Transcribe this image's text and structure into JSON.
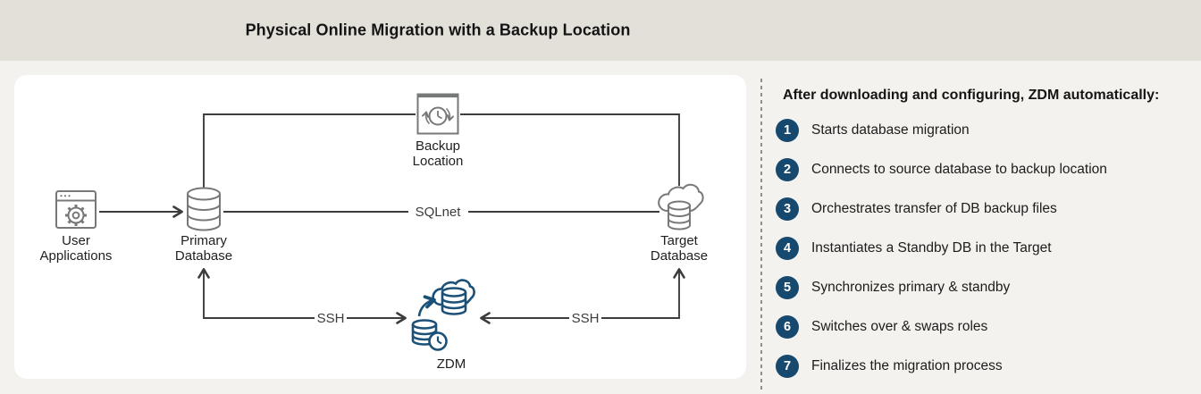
{
  "banner": {
    "title": "Physical Online Migration with a Backup Location"
  },
  "diagram": {
    "nodes": {
      "user_apps": {
        "line1": "User",
        "line2": "Applications"
      },
      "primary_db": {
        "line1": "Primary",
        "line2": "Database"
      },
      "backup_location": {
        "line1": "Backup",
        "line2": "Location"
      },
      "target_db": {
        "line1": "Target",
        "line2": "Database"
      },
      "zdm": {
        "label": "ZDM"
      }
    },
    "edges": {
      "sqlnet": {
        "label": "SQLnet"
      },
      "ssh_left": {
        "label": "SSH"
      },
      "ssh_right": {
        "label": "SSH"
      }
    },
    "icons": {
      "user_apps": "browser-gear-icon",
      "primary_db": "database-cylinder-icon",
      "backup_location": "backup-clock-window-icon",
      "target_db": "cloud-database-icon",
      "zdm": "zdm-cloud-migration-icon"
    }
  },
  "steps": {
    "heading": "After downloading and configuring, ZDM automatically:",
    "items": [
      {
        "num": "1",
        "text": "Starts database migration"
      },
      {
        "num": "2",
        "text": "Connects to source database to backup location"
      },
      {
        "num": "3",
        "text": "Orchestrates transfer of DB backup files"
      },
      {
        "num": "4",
        "text": "Instantiates a Standby DB in the Target"
      },
      {
        "num": "5",
        "text": "Synchronizes primary & standby"
      },
      {
        "num": "6",
        "text": "Switches over & swaps roles"
      },
      {
        "num": "7",
        "text": "Finalizes the migration process"
      }
    ]
  },
  "colors": {
    "banner_bg": "#e3e0da",
    "page_bg": "#f4f2ef",
    "panel_bg": "#ffffff",
    "badge_blue": "#17496e",
    "zdm_blue": "#1b5077",
    "line_gray": "#3c3c3c",
    "icon_gray": "#77787a"
  }
}
